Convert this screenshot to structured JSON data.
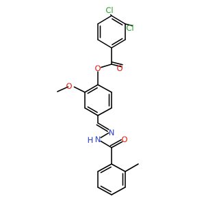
{
  "molecule": {
    "atoms": [
      {
        "id": "cl_top",
        "element": "Cl",
        "label": "Cl",
        "color": "#1fa01f"
      },
      {
        "id": "cl_right",
        "element": "Cl",
        "label": "Cl",
        "color": "#1fa01f"
      },
      {
        "id": "o_carbonyl_ester",
        "element": "O",
        "label": "O",
        "color": "#e8190b"
      },
      {
        "id": "o_ester",
        "element": "O",
        "label": "O",
        "color": "#e8190b"
      },
      {
        "id": "o_methoxy",
        "element": "O",
        "label": "O",
        "color": "#e8190b"
      },
      {
        "id": "n_imine",
        "element": "N",
        "label": "N",
        "color": "#2c3fd6"
      },
      {
        "id": "n_amide",
        "element": "N",
        "label": "N",
        "color": "#2c3fd6"
      },
      {
        "id": "h_amide",
        "element": "H",
        "label": "H",
        "color": "#2c3fd6"
      },
      {
        "id": "o_amide",
        "element": "O",
        "label": "O",
        "color": "#e8190b"
      }
    ]
  }
}
